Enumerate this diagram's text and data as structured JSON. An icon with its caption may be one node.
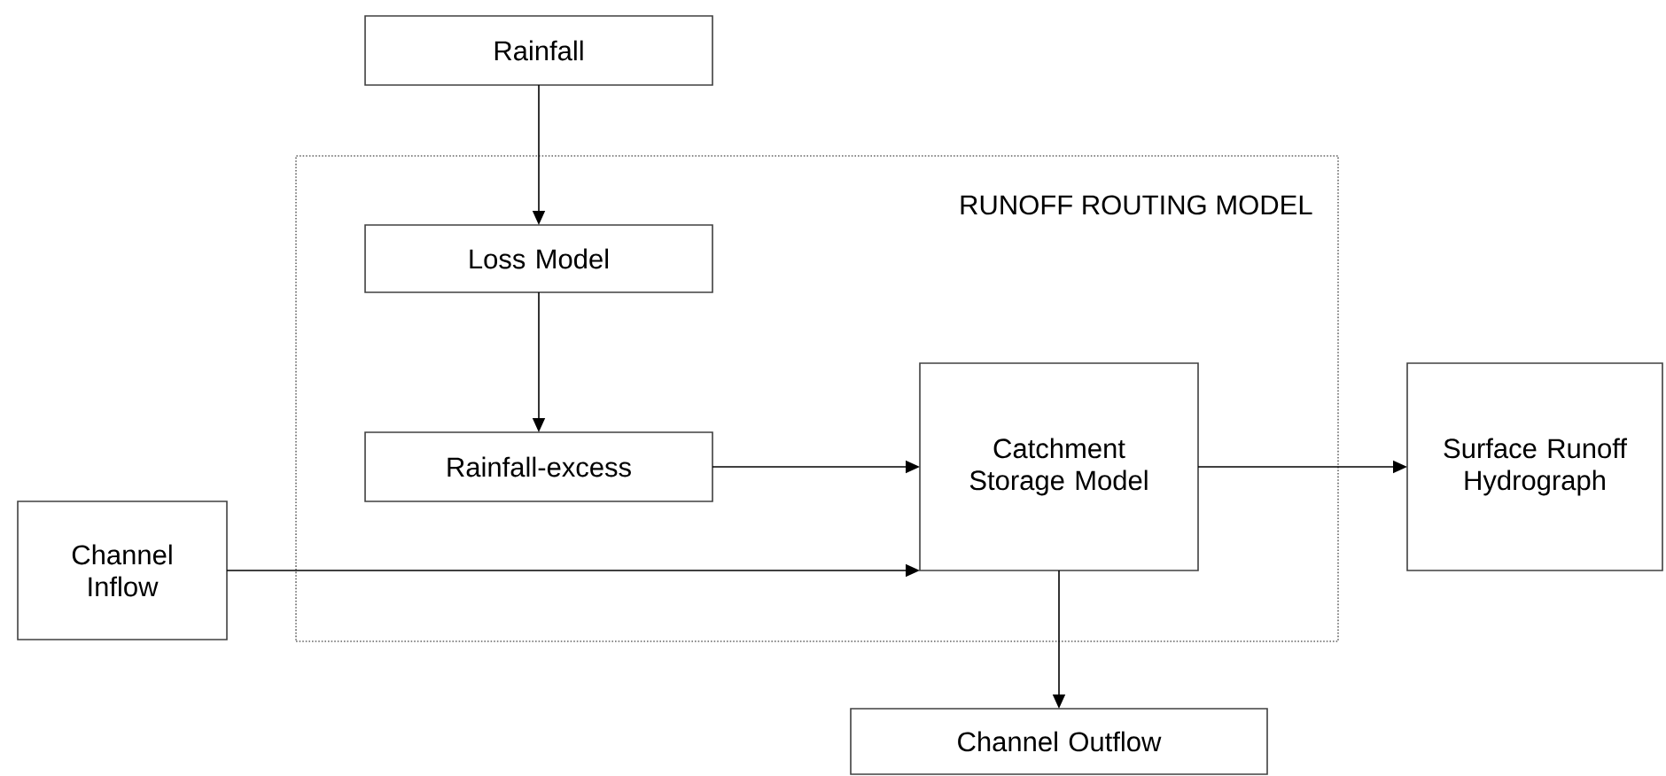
{
  "diagram": {
    "nodes": [
      {
        "text": [
          "RUNOFF ROUTING MODEL"
        ]
      },
      {
        "text": [
          "Rainfall"
        ]
      },
      {
        "text": [
          "Loss Model"
        ],
        "in": 0
      },
      {
        "text": [
          "Rainfall-excess"
        ],
        "in": 0
      },
      {
        "text": [
          "Catchment Storage Model"
        ],
        "in": 0
      },
      {
        "text": [
          "Channel Inflow"
        ]
      },
      {
        "text": [
          "Surface Runoff Hydrograph"
        ]
      },
      {
        "text": [
          "Channel Outflow"
        ]
      }
    ],
    "edges": [
      {
        "from": 1,
        "to": 2,
        "arrow": "to"
      },
      {
        "from": 2,
        "to": 3,
        "arrow": "to"
      },
      {
        "from": 3,
        "to": 4,
        "arrow": "to"
      },
      {
        "from": 5,
        "to": 4,
        "arrow": "to"
      },
      {
        "from": 4,
        "to": 6,
        "arrow": "to"
      },
      {
        "from": 4,
        "to": 7,
        "arrow": "to"
      }
    ]
  }
}
